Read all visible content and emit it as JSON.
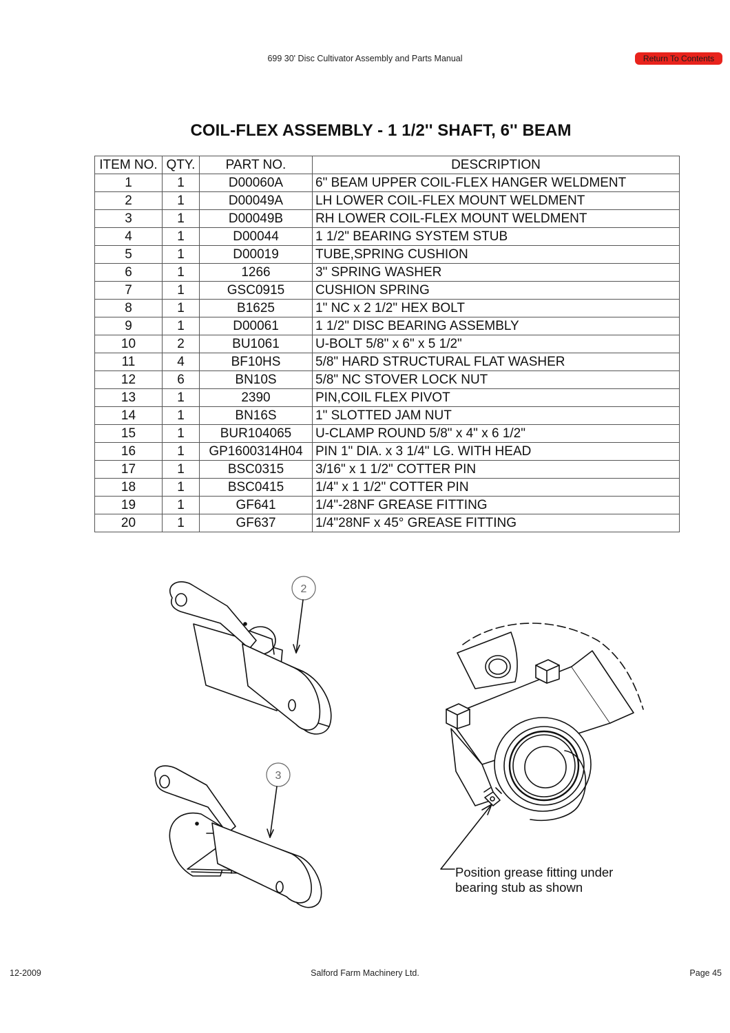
{
  "header": {
    "manual_title": "699 30' Disc Cultivator Assembly and Parts Manual",
    "return_button": "Return To Contents",
    "accent_color": "#e8231c"
  },
  "title": "COIL-FLEX ASSEMBLY - 1 1/2'' SHAFT, 6'' BEAM",
  "table": {
    "columns": [
      "ITEM NO.",
      "QTY.",
      "PART NO.",
      "DESCRIPTION"
    ],
    "rows": [
      [
        "1",
        "1",
        "D00060A",
        "6\" BEAM UPPER COIL-FLEX HANGER WELDMENT"
      ],
      [
        "2",
        "1",
        "D00049A",
        "LH LOWER COIL-FLEX MOUNT WELDMENT"
      ],
      [
        "3",
        "1",
        "D00049B",
        "RH LOWER COIL-FLEX MOUNT WELDMENT"
      ],
      [
        "4",
        "1",
        "D00044",
        "1 1/2\" BEARING SYSTEM STUB"
      ],
      [
        "5",
        "1",
        "D00019",
        "TUBE,SPRING CUSHION"
      ],
      [
        "6",
        "1",
        "1266",
        "3\" SPRING WASHER"
      ],
      [
        "7",
        "1",
        "GSC0915",
        "CUSHION SPRING"
      ],
      [
        "8",
        "1",
        "B1625",
        "1\" NC x 2 1/2\" HEX BOLT"
      ],
      [
        "9",
        "1",
        "D00061",
        "1 1/2\" DISC BEARING ASSEMBLY"
      ],
      [
        "10",
        "2",
        "BU1061",
        "U-BOLT 5/8\" x 6\" x 5 1/2\""
      ],
      [
        "11",
        "4",
        "BF10HS",
        "5/8\" HARD STRUCTURAL FLAT WASHER"
      ],
      [
        "12",
        "6",
        "BN10S",
        "5/8\" NC STOVER LOCK NUT"
      ],
      [
        "13",
        "1",
        "2390",
        "PIN,COIL FLEX PIVOT"
      ],
      [
        "14",
        "1",
        "BN16S",
        "1\" SLOTTED JAM NUT"
      ],
      [
        "15",
        "1",
        "BUR104065",
        "U-CLAMP ROUND 5/8\" x 4\" x 6 1/2\""
      ],
      [
        "16",
        "1",
        "GP1600314H04",
        "PIN 1\" DIA. x 3 1/4\" LG. WITH HEAD"
      ],
      [
        "17",
        "1",
        "BSC0315",
        "3/16\" x 1 1/2\" COTTER PIN"
      ],
      [
        "18",
        "1",
        "BSC0415",
        "1/4\" x 1 1/2\" COTTER PIN"
      ],
      [
        "19",
        "1",
        "GF641",
        "1/4\"-28NF GREASE FITTING"
      ],
      [
        "20",
        "1",
        "GF637",
        "1/4\"28NF x 45° GREASE FITTING"
      ]
    ]
  },
  "callouts": [
    "2",
    "3"
  ],
  "note": {
    "line1": "Position grease fitting under",
    "line2": "bearing stub as shown"
  },
  "footer": {
    "date": "12-2009",
    "company": "Salford Farm Machinery Ltd.",
    "page": "Page 45"
  }
}
